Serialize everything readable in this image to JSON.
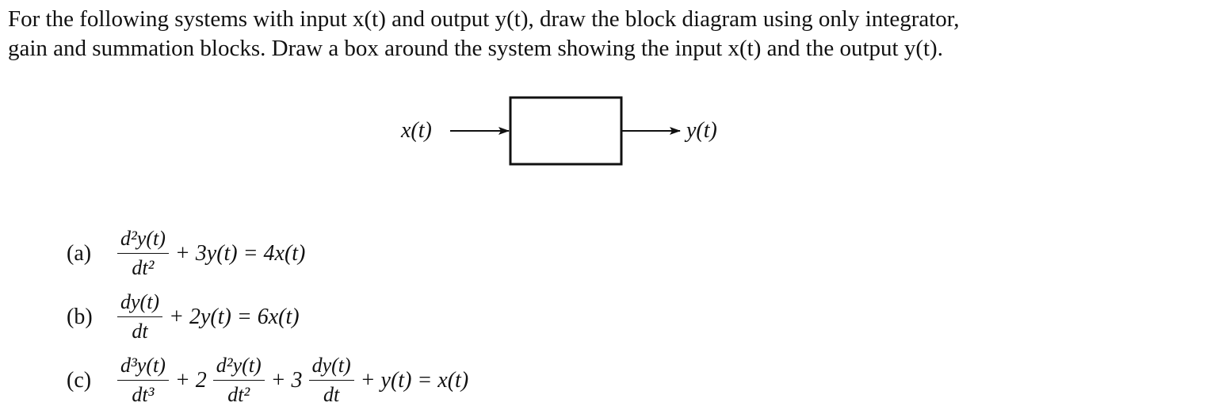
{
  "problem": {
    "intro_line_1": "For the following systems with input x(t) and output y(t), draw the block diagram using only integrator,",
    "intro_line_2": "gain and summation blocks. Draw a box around the system showing the input x(t) and the output y(t)."
  },
  "diagram": {
    "input_label": "x(t)",
    "output_label": "y(t)"
  },
  "equations": [
    {
      "label": "(a)",
      "terms": [
        {
          "kind": "frac",
          "num": "d²y(t)",
          "den": "dt²"
        },
        {
          "kind": "text",
          "text": "+ 3y(t) = 4x(t)"
        }
      ]
    },
    {
      "label": "(b)",
      "terms": [
        {
          "kind": "frac",
          "num": "dy(t)",
          "den": "dt"
        },
        {
          "kind": "text",
          "text": "+ 2y(t) = 6x(t)"
        }
      ]
    },
    {
      "label": "(c)",
      "terms": [
        {
          "kind": "frac",
          "num": "d³y(t)",
          "den": "dt³"
        },
        {
          "kind": "text",
          "text": "+ 2"
        },
        {
          "kind": "frac",
          "num": "d²y(t)",
          "den": "dt²"
        },
        {
          "kind": "text",
          "text": "+ 3"
        },
        {
          "kind": "frac",
          "num": "dy(t)",
          "den": "dt"
        },
        {
          "kind": "text",
          "text": "+ y(t) = x(t)"
        }
      ]
    }
  ]
}
